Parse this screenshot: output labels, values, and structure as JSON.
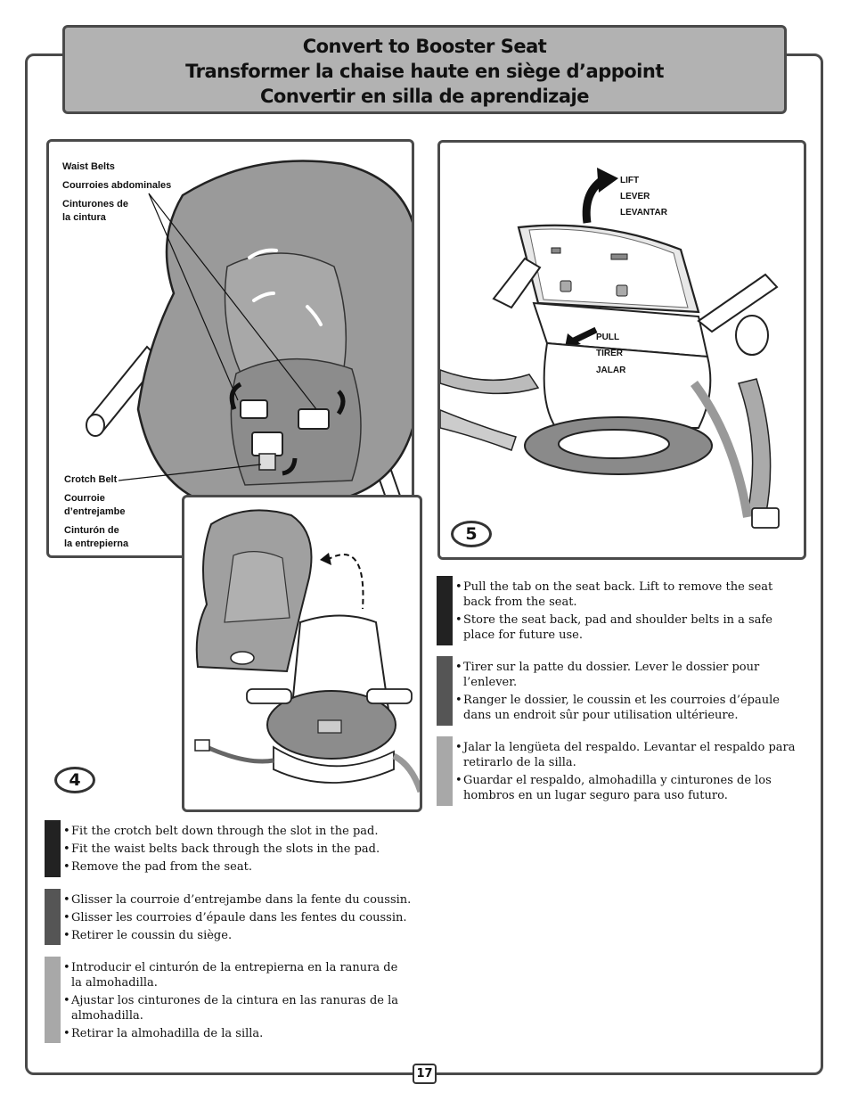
{
  "title": {
    "line_en": "Convert to Booster Seat",
    "line_fr": "Transformer la chaise haute en siège d’appoint",
    "line_es": "Convertir en silla de aprendizaje"
  },
  "step4": {
    "number": "4",
    "waist_belts": {
      "en": "Waist Belts",
      "fr": "Courroies abdominales",
      "es_1": "Cinturones de",
      "es_2": "la cintura"
    },
    "crotch_belt": {
      "en": "Crotch Belt",
      "fr_1": "Courroie",
      "fr_2": "d’entrejambe",
      "es_1": "Cinturón de",
      "es_2": "la entrepierna"
    },
    "instructions_en": [
      "Fit the crotch belt down through the slot in the pad.",
      "Fit the waist belts back through the slots in the pad.",
      "Remove the pad from the seat."
    ],
    "instructions_fr": [
      "Glisser la courroie d’entrejambe dans la fente du coussin.",
      "Glisser les courroies d’épaule dans les fentes du coussin.",
      "Retirer le coussin du siège."
    ],
    "instructions_es": [
      "Introducir el cinturón de la entrepierna en la ranura de la almohadilla.",
      "Ajustar los cinturones de la cintura en las ranuras de la almohadilla.",
      "Retirar la almohadilla de la silla."
    ]
  },
  "step5": {
    "number": "5",
    "lift_en": "LIFT",
    "lift_fr": "LEVER",
    "lift_es": "LEVANTAR",
    "pull_en": "PULL",
    "pull_fr": "TIRER",
    "pull_es": "JALAR",
    "instructions_en": [
      "Pull the tab on the seat back. Lift to remove the seat back from the seat.",
      "Store the seat back, pad and shoulder belts in a safe place for future use."
    ],
    "instructions_fr": [
      "Tirer sur la patte du dossier. Lever le dossier pour l’enlever.",
      "Ranger le dossier, le coussin et les courroies d’épaule dans un endroit sûr pour utilisation ultérieure."
    ],
    "instructions_es": [
      "Jalar la lengüeta del respaldo. Levantar el respaldo para retirarlo de la silla.",
      "Guardar el respaldo, almohadilla y cinturones de los hombros en un lugar seguro para uso futuro."
    ]
  },
  "colors": {
    "bar_en": "#222222",
    "bar_fr": "#555555",
    "bar_es": "#a8a8a8",
    "title_bg": "#b2b2b2"
  },
  "page_number": "17"
}
